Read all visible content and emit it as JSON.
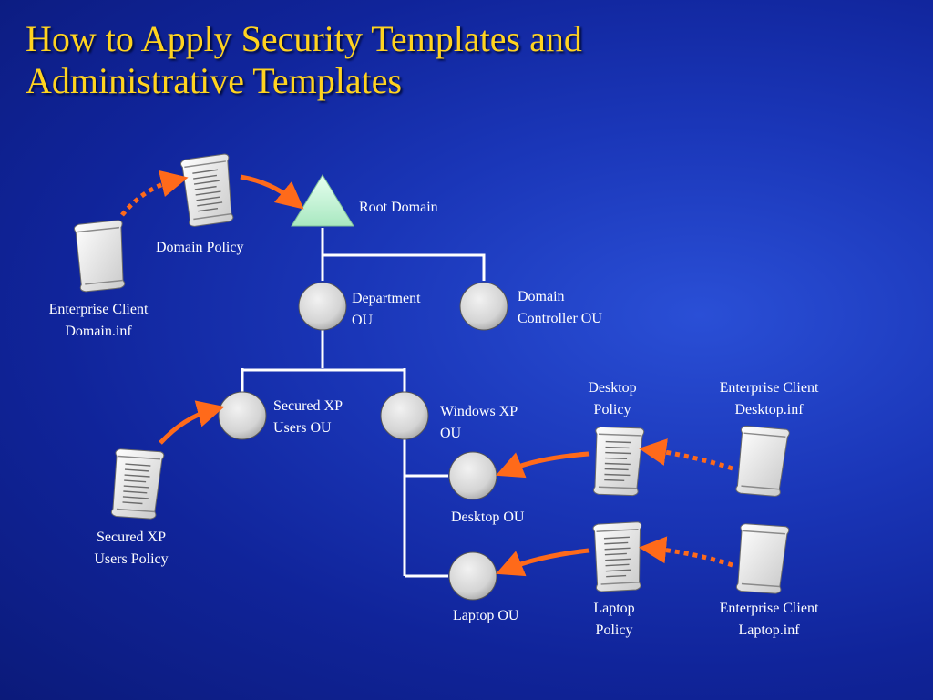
{
  "title": {
    "line1": "How to Apply Security Templates and",
    "line2": "Administrative Templates"
  },
  "nodes": {
    "root_domain": "Root Domain",
    "department_ou": [
      "Department",
      "OU"
    ],
    "domain_controller_ou": [
      "Domain",
      "Controller OU"
    ],
    "secured_xp_users_ou": [
      "Secured XP",
      "Users OU"
    ],
    "windows_xp_ou": [
      "Windows XP",
      "OU"
    ],
    "desktop_ou": "Desktop OU",
    "laptop_ou": "Laptop OU"
  },
  "documents": {
    "domain_policy": "Domain Policy",
    "enterprise_client_domain": [
      "Enterprise Client",
      "Domain.inf"
    ],
    "secured_xp_users_policy": [
      "Secured XP",
      "Users Policy"
    ],
    "desktop_policy": [
      "Desktop",
      "Policy"
    ],
    "enterprise_client_desktop": [
      "Enterprise Client",
      "Desktop.inf"
    ],
    "laptop_policy": [
      "Laptop",
      "Policy"
    ],
    "enterprise_client_laptop": [
      "Enterprise Client",
      "Laptop.inf"
    ]
  },
  "colors": {
    "title": "#ffd320",
    "arrow": "#ff6a1a",
    "connector": "#ffffff",
    "triangle": "#c8f5d8",
    "circle": "#d8d8d8"
  },
  "icons": {
    "document": "scroll-document-icon",
    "domain": "triangle-domain-icon",
    "ou": "circle-ou-icon"
  }
}
